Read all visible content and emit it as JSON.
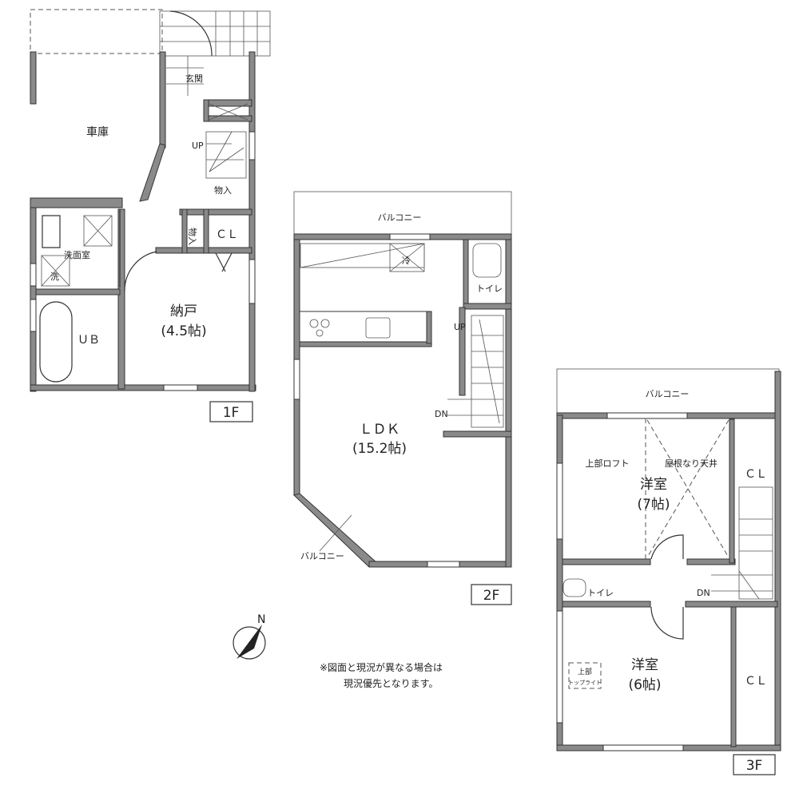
{
  "floors": {
    "f1": {
      "label": "1F",
      "rooms": {
        "garage": "車庫",
        "entrance": "玄関",
        "up": "UP",
        "storage": "物入",
        "storage2": "物入",
        "closet": "ＣＬ",
        "washroom": "洗面室",
        "washer": "洗",
        "bath": "ＵＢ",
        "nando": "納戸",
        "nando_size": "(4.5帖)"
      }
    },
    "f2": {
      "label": "2F",
      "rooms": {
        "balcony_top": "バルコニー",
        "fridge": "冷",
        "toilet": "トイレ",
        "up": "UP",
        "dn": "DN",
        "ldk": "ＬＤＫ",
        "ldk_size": "(15.2帖)",
        "balcony_bottom": "バルコニー"
      }
    },
    "f3": {
      "label": "3F",
      "rooms": {
        "balcony": "バルコニー",
        "loft": "上部ロフト",
        "ceiling": "屋根なり天井",
        "closet_top": "ＣＬ",
        "western7": "洋室",
        "western7_size": "(7帖)",
        "toilet": "トイレ",
        "dn": "DN",
        "western6": "洋室",
        "western6_size": "(6帖)",
        "skylight_1": "上部",
        "skylight_2": "トップライト",
        "closet_bottom": "ＣＬ"
      }
    }
  },
  "compass": {
    "label": "N",
    "icon": "north-arrow-icon"
  },
  "note": {
    "line1": "※図面と現況が異なる場合は",
    "line2": "現況優先となります。"
  },
  "colors": {
    "wall": "#8a8a8a",
    "line": "#333333"
  }
}
